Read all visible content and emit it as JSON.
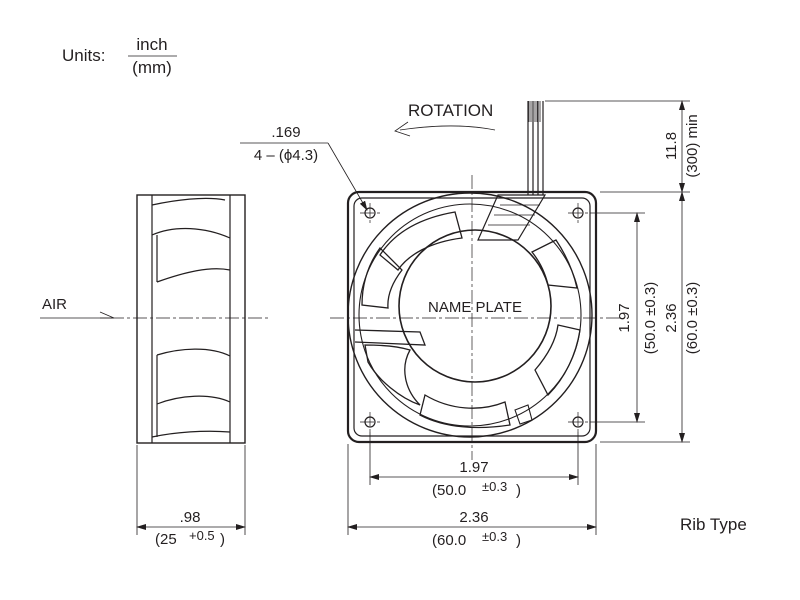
{
  "units": {
    "prefix": "Units:",
    "numerator": "inch",
    "denominator": "(mm)"
  },
  "rotation": {
    "label": "ROTATION"
  },
  "hole": {
    "inch": ".169",
    "mm": "4 – (ϕ4.3)"
  },
  "lead": {
    "inch": "11.8",
    "mm": "(300) min"
  },
  "air": {
    "label": "AIR"
  },
  "nameplate": {
    "label": "NAME PLATE"
  },
  "side_width": {
    "inch": ".98",
    "mm_value": "(25",
    "mm_tol": "+0.5",
    "mm_close": ")"
  },
  "hole_pitch_h": {
    "inch": "1.97",
    "mm_value": "(50.0",
    "mm_tol": "±0.3",
    "mm_close": ")"
  },
  "overall_h": {
    "inch": "2.36",
    "mm_value": "(60.0",
    "mm_tol": "±0.3",
    "mm_close": ")"
  },
  "hole_pitch_v": {
    "inch": "1.97",
    "mm": "(50.0 ±0.3)"
  },
  "overall_v": {
    "inch": "2.36",
    "mm": "(60.0 ±0.3)"
  },
  "rib_type": {
    "label": "Rib Type"
  }
}
